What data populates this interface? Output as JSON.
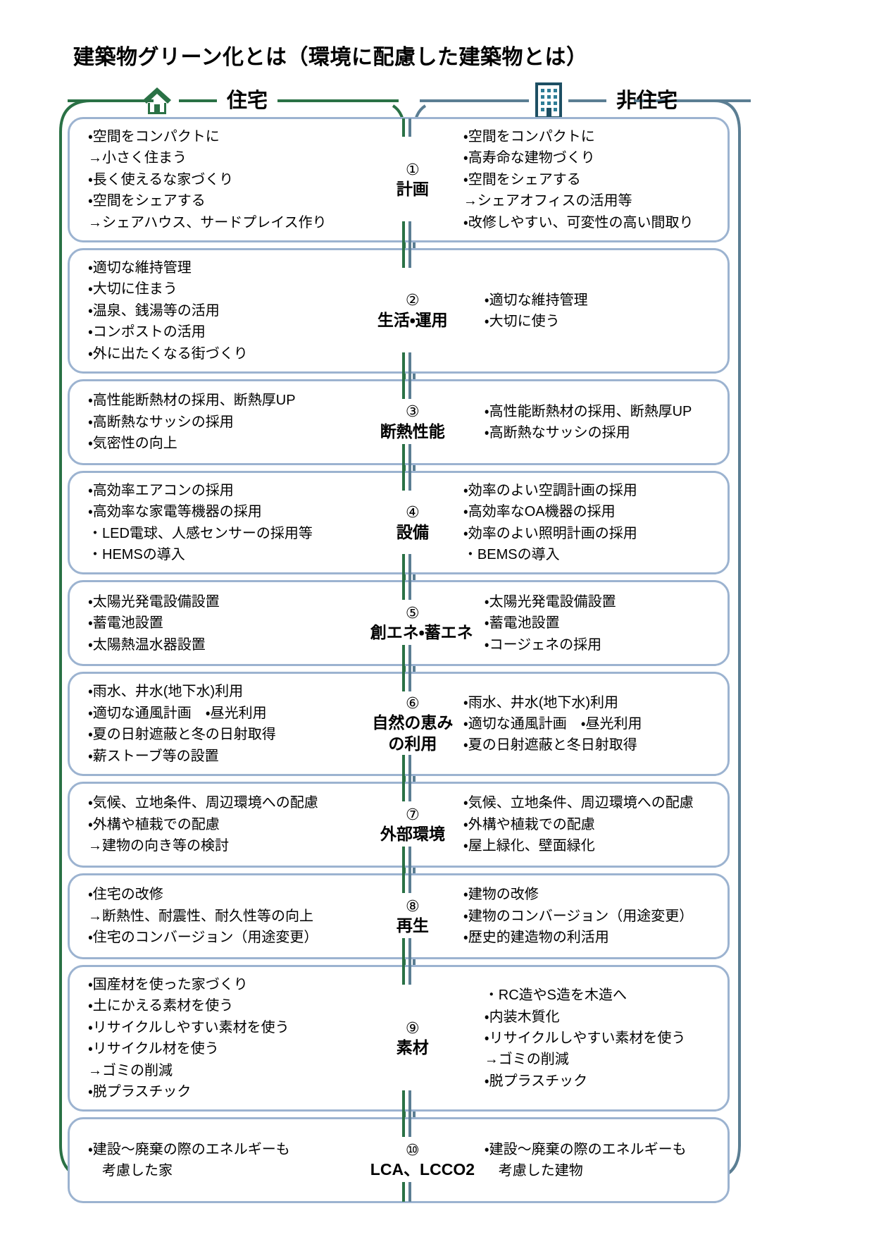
{
  "page": {
    "title": "建築物グリーン化とは（環境に配慮した建築物とは）"
  },
  "colors": {
    "residential": "#2a7145",
    "non_residential": "#5b7e93",
    "row_border": "#9cb3d0",
    "text": "#000000",
    "background": "#ffffff"
  },
  "header": {
    "residential": {
      "label": "住宅",
      "icon": "house-icon"
    },
    "non_residential": {
      "label": "非住宅",
      "icon": "office-building-icon"
    }
  },
  "rows": [
    {
      "number": "①",
      "stage": "計画",
      "stage_lines": [
        "計画"
      ],
      "residential": [
        "・空間をコンパクトに",
        "→小さく住まう",
        "・長く使えるな家づくり",
        "・空間をシェアする",
        "→シェアハウス、サードプレイス作り"
      ],
      "non_residential": [
        "・空間をコンパクトに",
        "・高寿命な建物づくり",
        "・空間をシェアする",
        "→シェアオフィスの活用等",
        "・改修しやすい、可変性の高い間取り"
      ]
    },
    {
      "number": "②",
      "stage": "生活・運用",
      "stage_lines": [
        "生活・運用"
      ],
      "residential": [
        "・適切な維持管理",
        "・大切に住まう",
        "・温泉、銭湯等の活用",
        "・コンポストの活用",
        "・外に出たくなる街づくり"
      ],
      "non_residential": [
        "・適切な維持管理",
        "・大切に使う"
      ]
    },
    {
      "number": "③",
      "stage": "断熱性能",
      "stage_lines": [
        "断熱性能"
      ],
      "residential": [
        "・高性能断熱材の採用、断熱厚UP",
        "・高断熱なサッシの採用",
        "・気密性の向上"
      ],
      "non_residential": [
        "・高性能断熱材の採用、断熱厚UP",
        "・高断熱なサッシの採用"
      ]
    },
    {
      "number": "④",
      "stage": "設備",
      "stage_lines": [
        "設備"
      ],
      "residential": [
        "・高効率エアコンの採用",
        "・高効率な家電等機器の採用",
        "・LED電球、人感センサーの採用等",
        "・HEMSの導入"
      ],
      "non_residential": [
        "・効率のよい空調計画の採用",
        "・高効率なOA機器の採用",
        "・効率のよい照明計画の採用",
        "・BEMSの導入"
      ]
    },
    {
      "number": "⑤",
      "stage": "創エネ・蓄エネ",
      "stage_lines": [
        "創エネ・蓄エネ"
      ],
      "residential": [
        "・太陽光発電設備設置",
        "・蓄電池設置",
        "・太陽熱温水器設置"
      ],
      "non_residential": [
        "・太陽光発電設備設置",
        "・蓄電池設置",
        "・コージェネの採用"
      ]
    },
    {
      "number": "⑥",
      "stage": "自然の恵みの利用",
      "stage_lines": [
        "自然の恵み",
        "の利用"
      ],
      "residential": [
        "・雨水、井水(地下水)利用",
        "・適切な通風計画　・昼光利用",
        "・夏の日射遮蔽と冬の日射取得",
        "・薪ストーブ等の設置"
      ],
      "non_residential": [
        "・雨水、井水(地下水)利用",
        "・適切な通風計画　・昼光利用",
        "・夏の日射遮蔽と冬日射取得"
      ]
    },
    {
      "number": "⑦",
      "stage": "外部環境",
      "stage_lines": [
        "外部環境"
      ],
      "residential": [
        "・気候、立地条件、周辺環境への配慮",
        "・外構や植栽での配慮",
        "→建物の向き等の検討"
      ],
      "non_residential": [
        "・気候、立地条件、周辺環境への配慮",
        "・外構や植栽での配慮",
        "・屋上緑化、壁面緑化"
      ]
    },
    {
      "number": "⑧",
      "stage": "再生",
      "stage_lines": [
        "再生"
      ],
      "residential": [
        "・住宅の改修",
        "→断熱性、耐震性、耐久性等の向上",
        "・住宅のコンバージョン（用途変更）"
      ],
      "non_residential": [
        "・建物の改修",
        "・建物のコンバージョン（用途変更）",
        "・歴史的建造物の利活用"
      ]
    },
    {
      "number": "⑨",
      "stage": "素材",
      "stage_lines": [
        "素材"
      ],
      "residential": [
        "・国産材を使った家づくり",
        "・土にかえる素材を使う",
        "・リサイクルしやすい素材を使う",
        "・リサイクル材を使う",
        "→ゴミの削減",
        "・脱プラスチック"
      ],
      "non_residential": [
        "・RC造やS造を木造へ",
        "・内装木質化",
        "・リサイクルしやすい素材を使う",
        "→ゴミの削減",
        "・脱プラスチック"
      ]
    },
    {
      "number": "⑩",
      "stage": "LCA、LCCO2",
      "stage_lines": [
        "LCA、LCCO2"
      ],
      "residential": [
        "・建設〜廃棄の際のエネルギーも",
        "　考慮した家"
      ],
      "non_residential": [
        "・建設〜廃棄の際のエネルギーも",
        "　考慮した建物"
      ]
    }
  ]
}
